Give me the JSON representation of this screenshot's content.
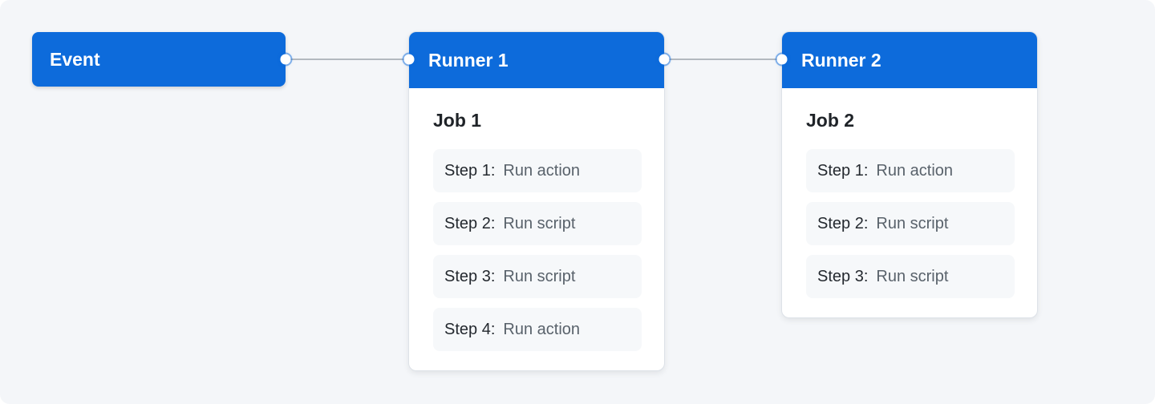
{
  "colors": {
    "accent_blue": "#0d6bdb",
    "canvas_bg": "#f4f6f9",
    "card_bg": "#ffffff",
    "step_bg": "#f6f8fa",
    "connector_line": "#b3b9bf",
    "title_color": "#1f2328",
    "step_label_color": "#24292f",
    "step_action_color": "#59626b"
  },
  "diagram": {
    "event": {
      "label": "Event"
    },
    "runners": [
      {
        "label": "Runner 1",
        "job": {
          "title": "Job 1",
          "steps": [
            {
              "name": "Step 1:",
              "action": "Run action"
            },
            {
              "name": "Step 2:",
              "action": "Run script"
            },
            {
              "name": "Step 3:",
              "action": "Run script"
            },
            {
              "name": "Step 4:",
              "action": "Run action"
            }
          ]
        }
      },
      {
        "label": "Runner 2",
        "job": {
          "title": "Job 2",
          "steps": [
            {
              "name": "Step 1:",
              "action": "Run action"
            },
            {
              "name": "Step 2:",
              "action": "Run script"
            },
            {
              "name": "Step 3:",
              "action": "Run script"
            }
          ]
        }
      }
    ]
  }
}
